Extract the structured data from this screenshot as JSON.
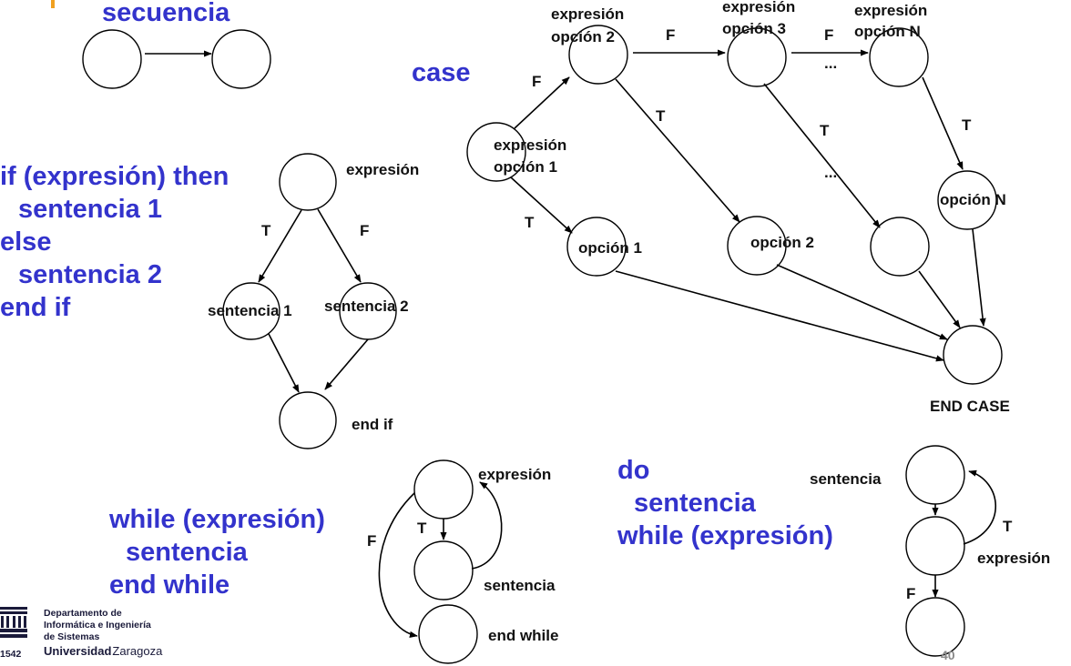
{
  "code": {
    "sequence": "secuencia",
    "case": "case",
    "if_lines": [
      "if (expresión) then",
      "sentencia 1",
      "else",
      "sentencia 2",
      "end if"
    ],
    "while_lines": [
      "while (expresión)",
      "sentencia",
      "end while"
    ],
    "do_lines": [
      "do",
      "sentencia",
      "while (expresión)"
    ]
  },
  "labels": {
    "expr": "expresión",
    "opt1": "opción 1",
    "opt2": "opción 2",
    "opt3": "opción 3",
    "optN_lower": "opción N",
    "optN_header": "opción N",
    "sent1": "sentencia 1",
    "sent2": "sentencia 2",
    "sent": "sentencia",
    "end_if": "end if",
    "end_while": "end while",
    "end_case": "END CASE",
    "T": "T",
    "F": "F",
    "ellipsis": "..."
  },
  "footer": {
    "dept1": "Departamento de",
    "dept2": "Informática e Ingeniería",
    "dept3": "de Sistemas",
    "uni_bold": "Universidad",
    "uni_rest": "Zaragoza",
    "year": "1542",
    "page": "40"
  },
  "colors": {
    "code_text": "#3333cc",
    "diagram_text": "#111111",
    "accent_mark": "#f0a020"
  }
}
